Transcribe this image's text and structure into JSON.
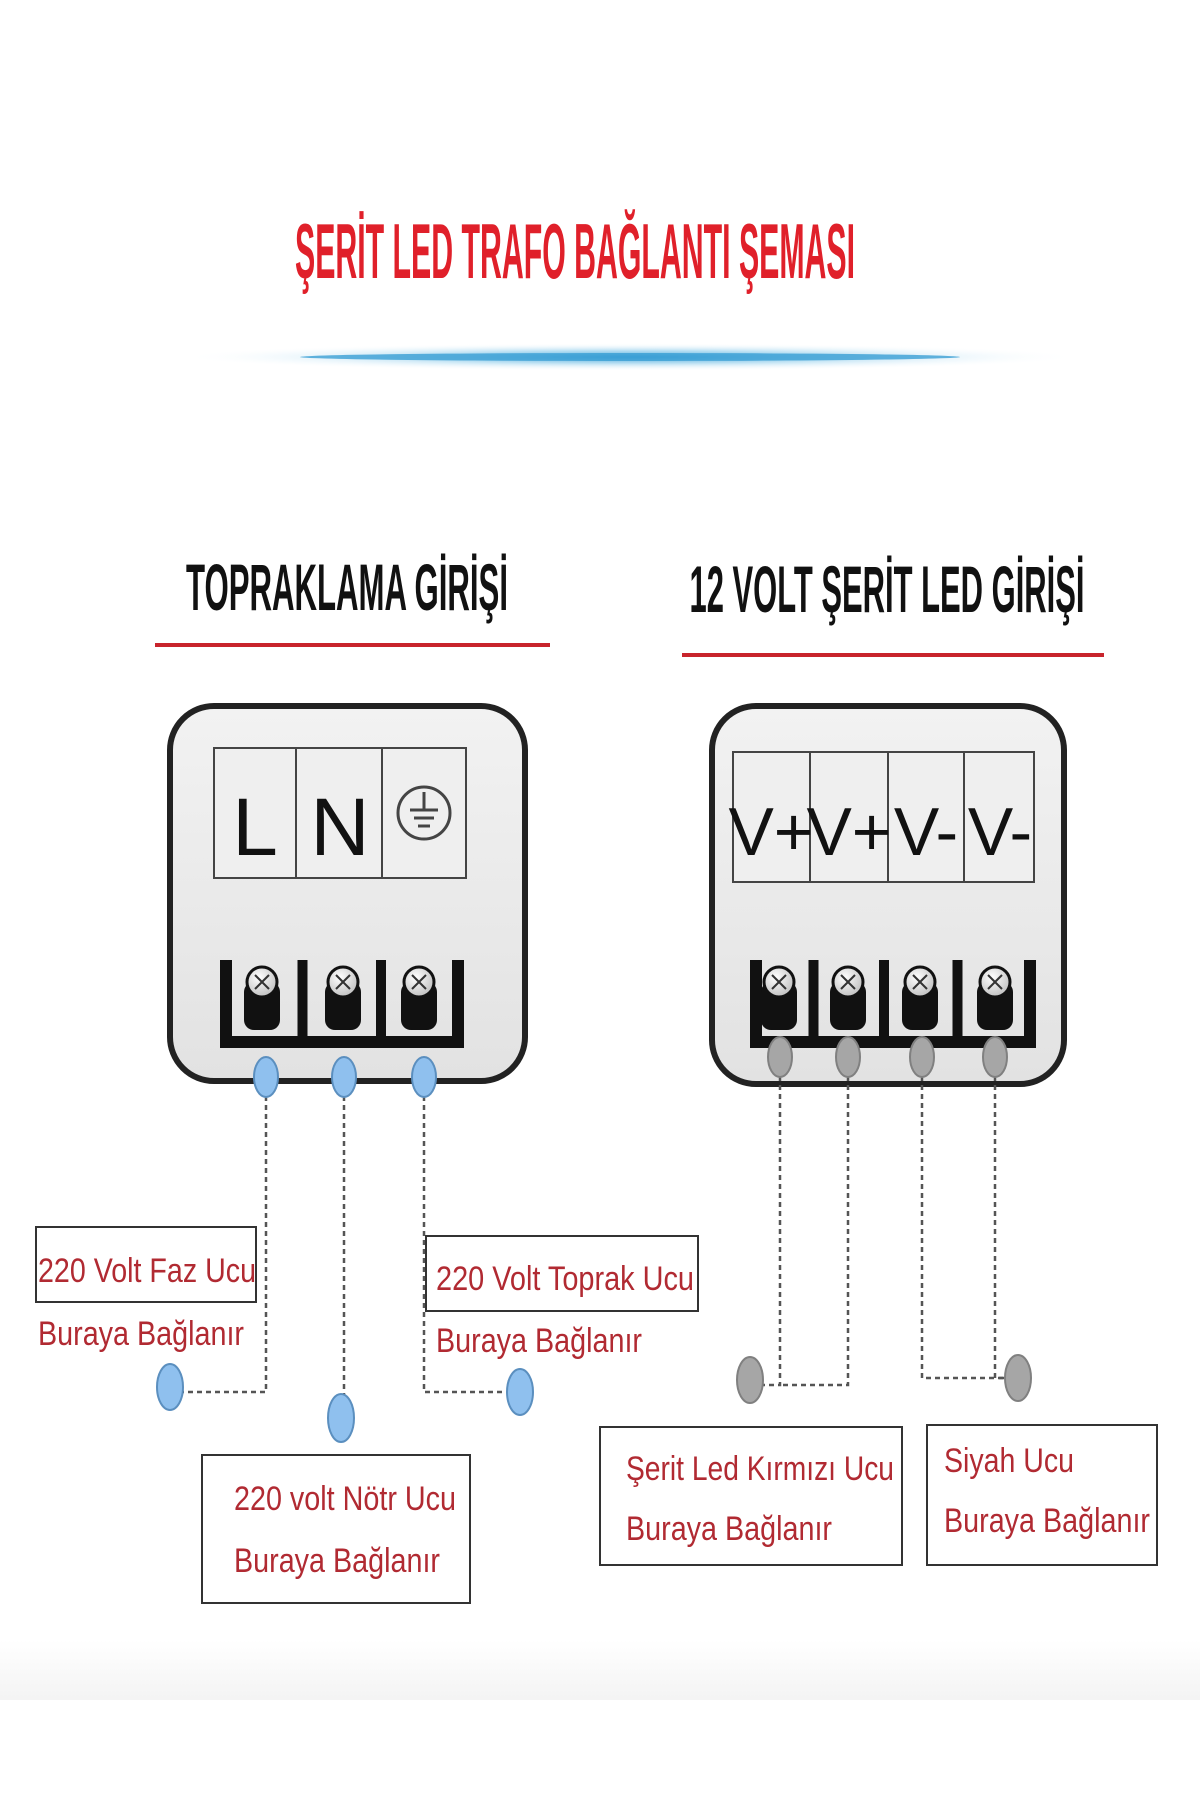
{
  "title": "ŞERİT LED TRAFO BAĞLANTI ŞEMASI",
  "colors": {
    "title": "#e0202a",
    "underline": "#c8242c",
    "label_text": "#b12a32",
    "box_border": "#222222",
    "terminal_fill": "#e9e9e9",
    "blue_dot": "#8fc0ee",
    "gray_dot": "#a6a6a6",
    "glow": "#4aa9d8"
  },
  "left_panel": {
    "heading": "TOPRAKLAMA GİRİŞİ",
    "terminals": [
      "L",
      "N"
    ],
    "ground_terminal_icon": "ground-symbol-icon",
    "labels": {
      "faz": [
        "220 Volt Faz Ucu",
        "Buraya Bağlanır"
      ],
      "notr": [
        "220 volt Nötr Ucu",
        "Buraya Bağlanır"
      ],
      "toprak": [
        "220 Volt Toprak Ucu",
        "Buraya Bağlanır"
      ]
    }
  },
  "right_panel": {
    "heading": "12 VOLT ŞERİT LED GİRİŞİ",
    "terminals": [
      "V+",
      "V+",
      "V-",
      "V-"
    ],
    "labels": {
      "kirmizi": [
        "Şerit Led Kırmızı Ucu",
        "Buraya Bağlanır"
      ],
      "siyah": [
        "Siyah Ucu",
        "Buraya Bağlanır"
      ]
    }
  }
}
